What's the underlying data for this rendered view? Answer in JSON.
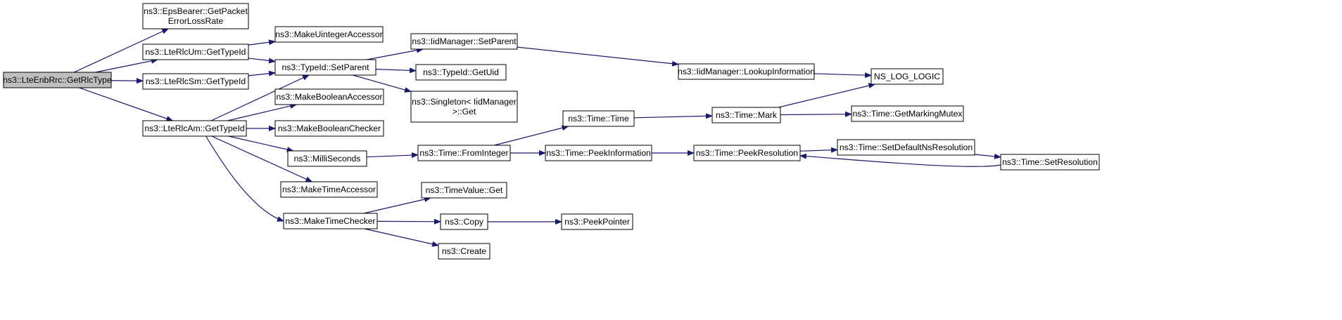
{
  "diagram": {
    "edge_color": "#191970",
    "root_fill": "#bfbfbf",
    "nodes": [
      {
        "id": "n0",
        "lines": [
          "ns3::LteEnbRrc::GetRlcType"
        ],
        "root": true
      },
      {
        "id": "n1",
        "lines": [
          "ns3::EpsBearer::GetPacket",
          "ErrorLossRate"
        ]
      },
      {
        "id": "n2",
        "lines": [
          "ns3::LteRlcUm::GetTypeId"
        ]
      },
      {
        "id": "n3",
        "lines": [
          "ns3::LteRlcSm::GetTypeId"
        ]
      },
      {
        "id": "n4",
        "lines": [
          "ns3::LteRlcAm::GetTypeId"
        ]
      },
      {
        "id": "n5",
        "lines": [
          "ns3::MakeUintegerAccessor"
        ]
      },
      {
        "id": "n6",
        "lines": [
          "ns3::TypeId::SetParent"
        ]
      },
      {
        "id": "n7",
        "lines": [
          "ns3::MakeBooleanAccessor"
        ]
      },
      {
        "id": "n8",
        "lines": [
          "ns3::MakeBooleanChecker"
        ]
      },
      {
        "id": "n9",
        "lines": [
          "ns3::MilliSeconds"
        ]
      },
      {
        "id": "n10",
        "lines": [
          "ns3::MakeTimeAccessor"
        ]
      },
      {
        "id": "n11",
        "lines": [
          "ns3::MakeTimeChecker"
        ]
      },
      {
        "id": "n12",
        "lines": [
          "ns3::IidManager::SetParent"
        ]
      },
      {
        "id": "n13",
        "lines": [
          "ns3::TypeId::GetUid"
        ]
      },
      {
        "id": "n14",
        "lines": [
          "ns3::Singleton< IidManager",
          ">::Get"
        ]
      },
      {
        "id": "n15",
        "lines": [
          "ns3::Time::FromInteger"
        ]
      },
      {
        "id": "n16",
        "lines": [
          "ns3::TimeValue::Get"
        ]
      },
      {
        "id": "n17",
        "lines": [
          "ns3::Copy"
        ]
      },
      {
        "id": "n18",
        "lines": [
          "ns3::Create"
        ]
      },
      {
        "id": "n19",
        "lines": [
          "ns3::Time::Time"
        ]
      },
      {
        "id": "n20",
        "lines": [
          "ns3::Time::PeekInformation"
        ]
      },
      {
        "id": "n21",
        "lines": [
          "ns3::PeekPointer"
        ]
      },
      {
        "id": "n22",
        "lines": [
          "ns3::IidManager::LookupInformation"
        ]
      },
      {
        "id": "n23",
        "lines": [
          "ns3::Time::Mark"
        ]
      },
      {
        "id": "n24",
        "lines": [
          "ns3::Time::PeekResolution"
        ]
      },
      {
        "id": "n25",
        "lines": [
          "NS_LOG_LOGIC"
        ]
      },
      {
        "id": "n26",
        "lines": [
          "ns3::Time::GetMarkingMutex"
        ]
      },
      {
        "id": "n27",
        "lines": [
          "ns3::Time::SetDefaultNsResolution"
        ]
      },
      {
        "id": "n28",
        "lines": [
          "ns3::Time::SetResolution"
        ]
      }
    ],
    "edges": [
      [
        "n0",
        "n1"
      ],
      [
        "n0",
        "n2"
      ],
      [
        "n0",
        "n3"
      ],
      [
        "n0",
        "n4"
      ],
      [
        "n2",
        "n5"
      ],
      [
        "n2",
        "n6"
      ],
      [
        "n3",
        "n6"
      ],
      [
        "n4",
        "n6"
      ],
      [
        "n4",
        "n7"
      ],
      [
        "n4",
        "n8"
      ],
      [
        "n4",
        "n9"
      ],
      [
        "n4",
        "n10"
      ],
      [
        "n4",
        "n11"
      ],
      [
        "n6",
        "n12"
      ],
      [
        "n6",
        "n13"
      ],
      [
        "n6",
        "n14"
      ],
      [
        "n12",
        "n22"
      ],
      [
        "n22",
        "n25"
      ],
      [
        "n9",
        "n15"
      ],
      [
        "n15",
        "n19"
      ],
      [
        "n15",
        "n20"
      ],
      [
        "n19",
        "n23"
      ],
      [
        "n23",
        "n25"
      ],
      [
        "n23",
        "n26"
      ],
      [
        "n20",
        "n24"
      ],
      [
        "n24",
        "n27"
      ],
      [
        "n27",
        "n28"
      ],
      [
        "n28",
        "n24"
      ],
      [
        "n11",
        "n16"
      ],
      [
        "n11",
        "n17"
      ],
      [
        "n11",
        "n18"
      ],
      [
        "n17",
        "n21"
      ]
    ]
  }
}
